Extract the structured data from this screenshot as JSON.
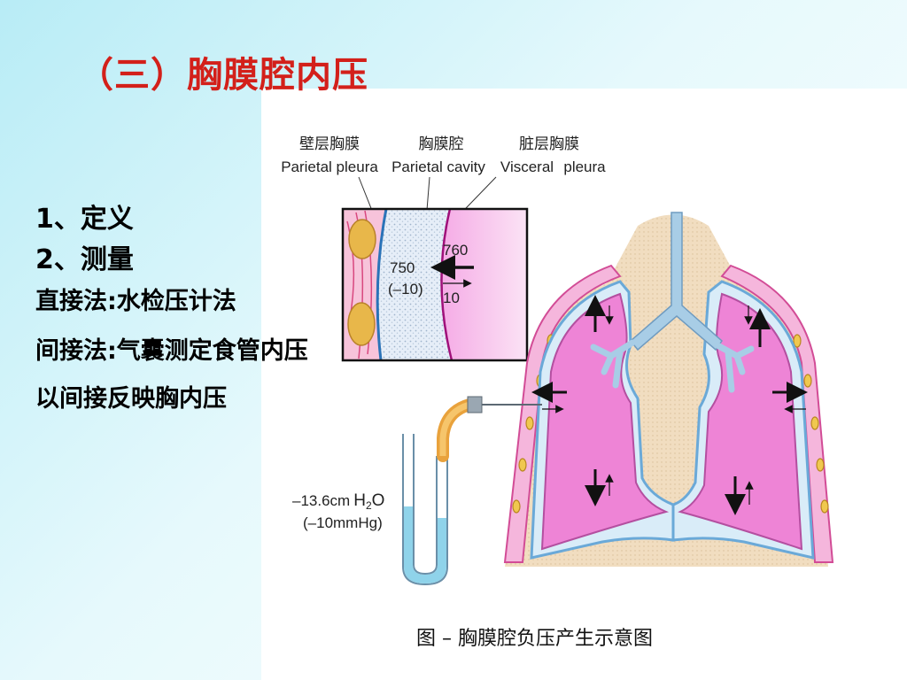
{
  "slide": {
    "title": "（三）胸膜腔内压",
    "items": {
      "definition": "1、定义",
      "measurement": "2、测量",
      "method_direct": "直接法:水检压计法",
      "method_indirect": "间接法:气囊测定食管内压以间接反映胸内压"
    }
  },
  "figure": {
    "labels": {
      "parietal_cn": "壁层胸膜",
      "parietal_en": "Parietal pleura",
      "cavity_cn": "胸膜腔",
      "cavity_en": "Parietal cavity",
      "visceral_cn": "脏层胸膜",
      "visceral_en": "Visceral",
      "visceral_en2": "pleura",
      "p760": "760",
      "p750": "750",
      "p_minus10": "(–10)",
      "p10": "10",
      "cm_h2o_prefix": "–13.6cm",
      "h2o_h": "H",
      "h2o_sub": "2",
      "h2o_o": "O",
      "mmhg": "(–10mmHg)"
    },
    "caption": "图  –  胸膜腔负压产生示意图"
  },
  "colors": {
    "title": "#d3201a",
    "lung_pink": "#ef7fd6",
    "pleura_blue": "#7fb6e0",
    "tissue_tan": "#efd9b8",
    "water_blue": "#8fd3ea"
  }
}
